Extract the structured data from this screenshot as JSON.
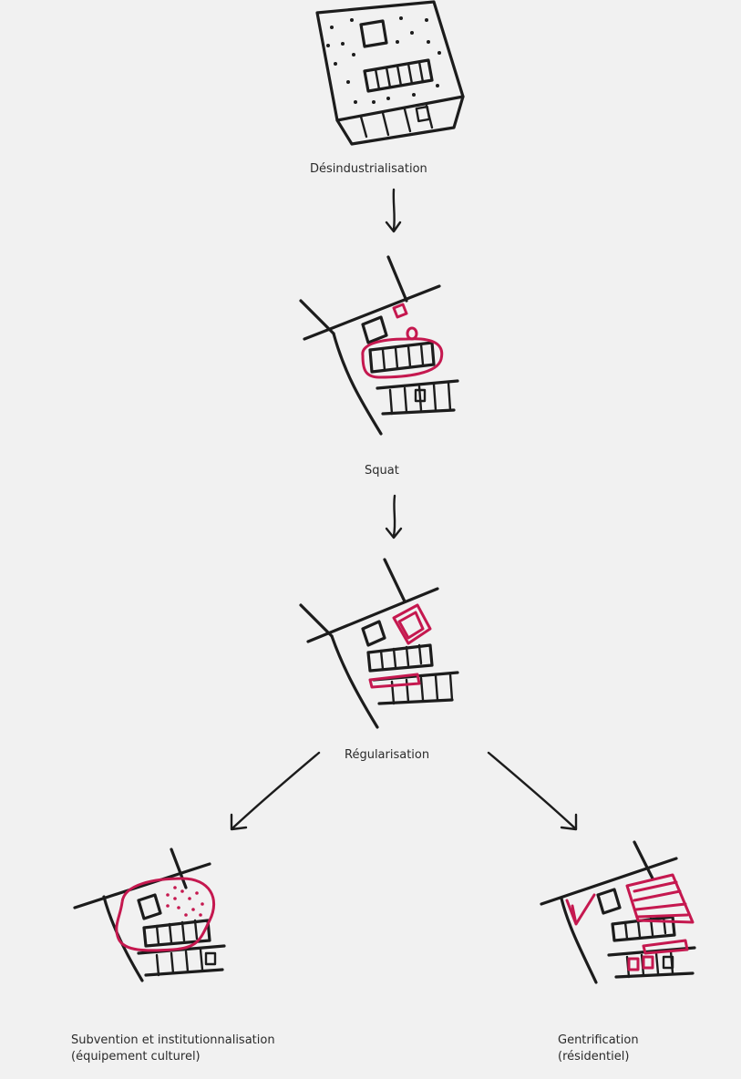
{
  "diagram": {
    "stages": [
      {
        "label": "Désindustrialisation"
      },
      {
        "label": "Squat"
      },
      {
        "label": "Régularisation"
      }
    ],
    "outcomes": [
      {
        "line1": "Subvention et institutionnalisation",
        "line2": "(équipement culturel)"
      },
      {
        "line1": "Gentrification",
        "line2": "(résidentiel)"
      }
    ]
  },
  "colors": {
    "ink": "#1c1c1c",
    "accent": "#c5184f",
    "background": "#f1f1f1"
  }
}
